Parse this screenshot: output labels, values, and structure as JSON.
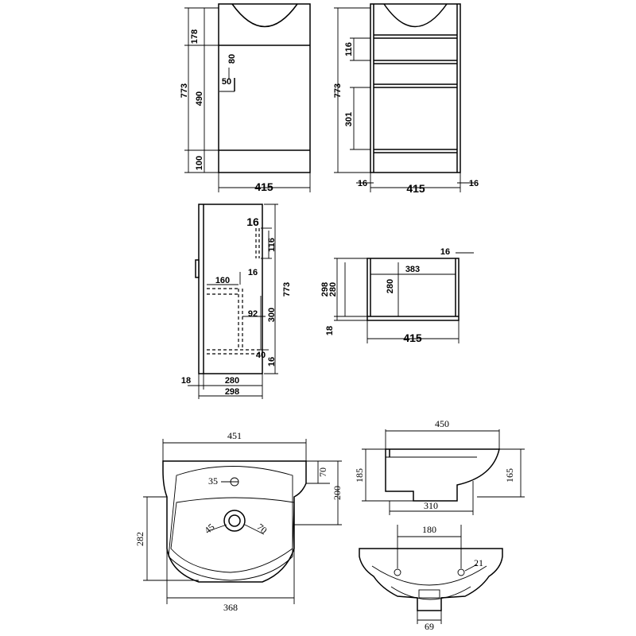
{
  "front": {
    "top_height": "178",
    "overall_height": "773",
    "door_height": "490",
    "plinth_height": "100",
    "handle_length": "80",
    "handle_offset": "50",
    "width": "415"
  },
  "front_open": {
    "overall_height": "773",
    "shelf_gap_top": "116",
    "shelf_gap_mid": "301",
    "side_left": "16",
    "width": "415",
    "side_right": "16"
  },
  "side": {
    "panel_thickness": "16",
    "back_gap": "116",
    "overall_height": "773",
    "rail_depth": "160",
    "rail_thickness": "16",
    "inner_depth": "92",
    "inner_height": "300",
    "base_gap": "40",
    "base_thickness": "16",
    "door_thickness": "18",
    "carcass_depth": "280",
    "overall_depth": "298"
  },
  "plan": {
    "side_thickness": "16",
    "inner_width": "383",
    "overall_depth": "298",
    "carcass_depth_a": "280",
    "carcass_depth_b": "280",
    "door_thickness": "18",
    "width": "415"
  },
  "basin_top": {
    "overall_width": "451",
    "tap_hole": "35",
    "rim_depth": "70",
    "depth": "200",
    "bowl_depth": "282",
    "waste_dia": "45",
    "waste_outer": "70",
    "bowl_width": "368"
  },
  "basin_side": {
    "overall_width": "450",
    "front_height": "185",
    "back_height": "165",
    "base_width": "310"
  },
  "basin_back": {
    "fixing_spacing": "180",
    "fixing_dia": "21",
    "waste_width": "69"
  }
}
